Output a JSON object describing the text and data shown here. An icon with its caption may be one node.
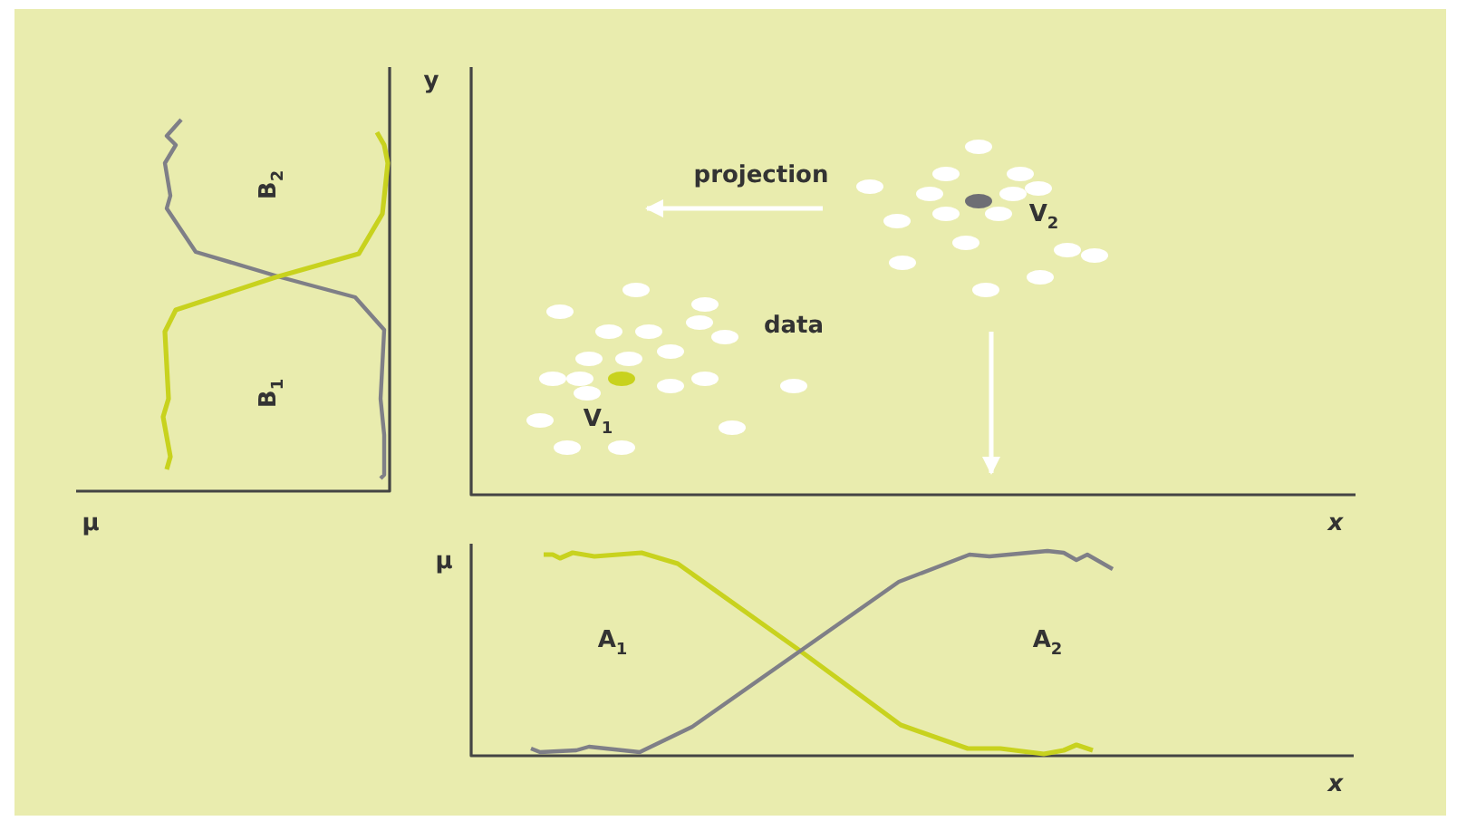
{
  "diagram": {
    "labels": [
      "y",
      "B$_{2}$",
      "projection",
      "V$_{2}$",
      "data",
      "B$_{1}$",
      "V$_{1}$",
      "μ",
      "x",
      "μ",
      "A$_{1}$",
      "A$_{2}$",
      "x"
    ]
  }
}
